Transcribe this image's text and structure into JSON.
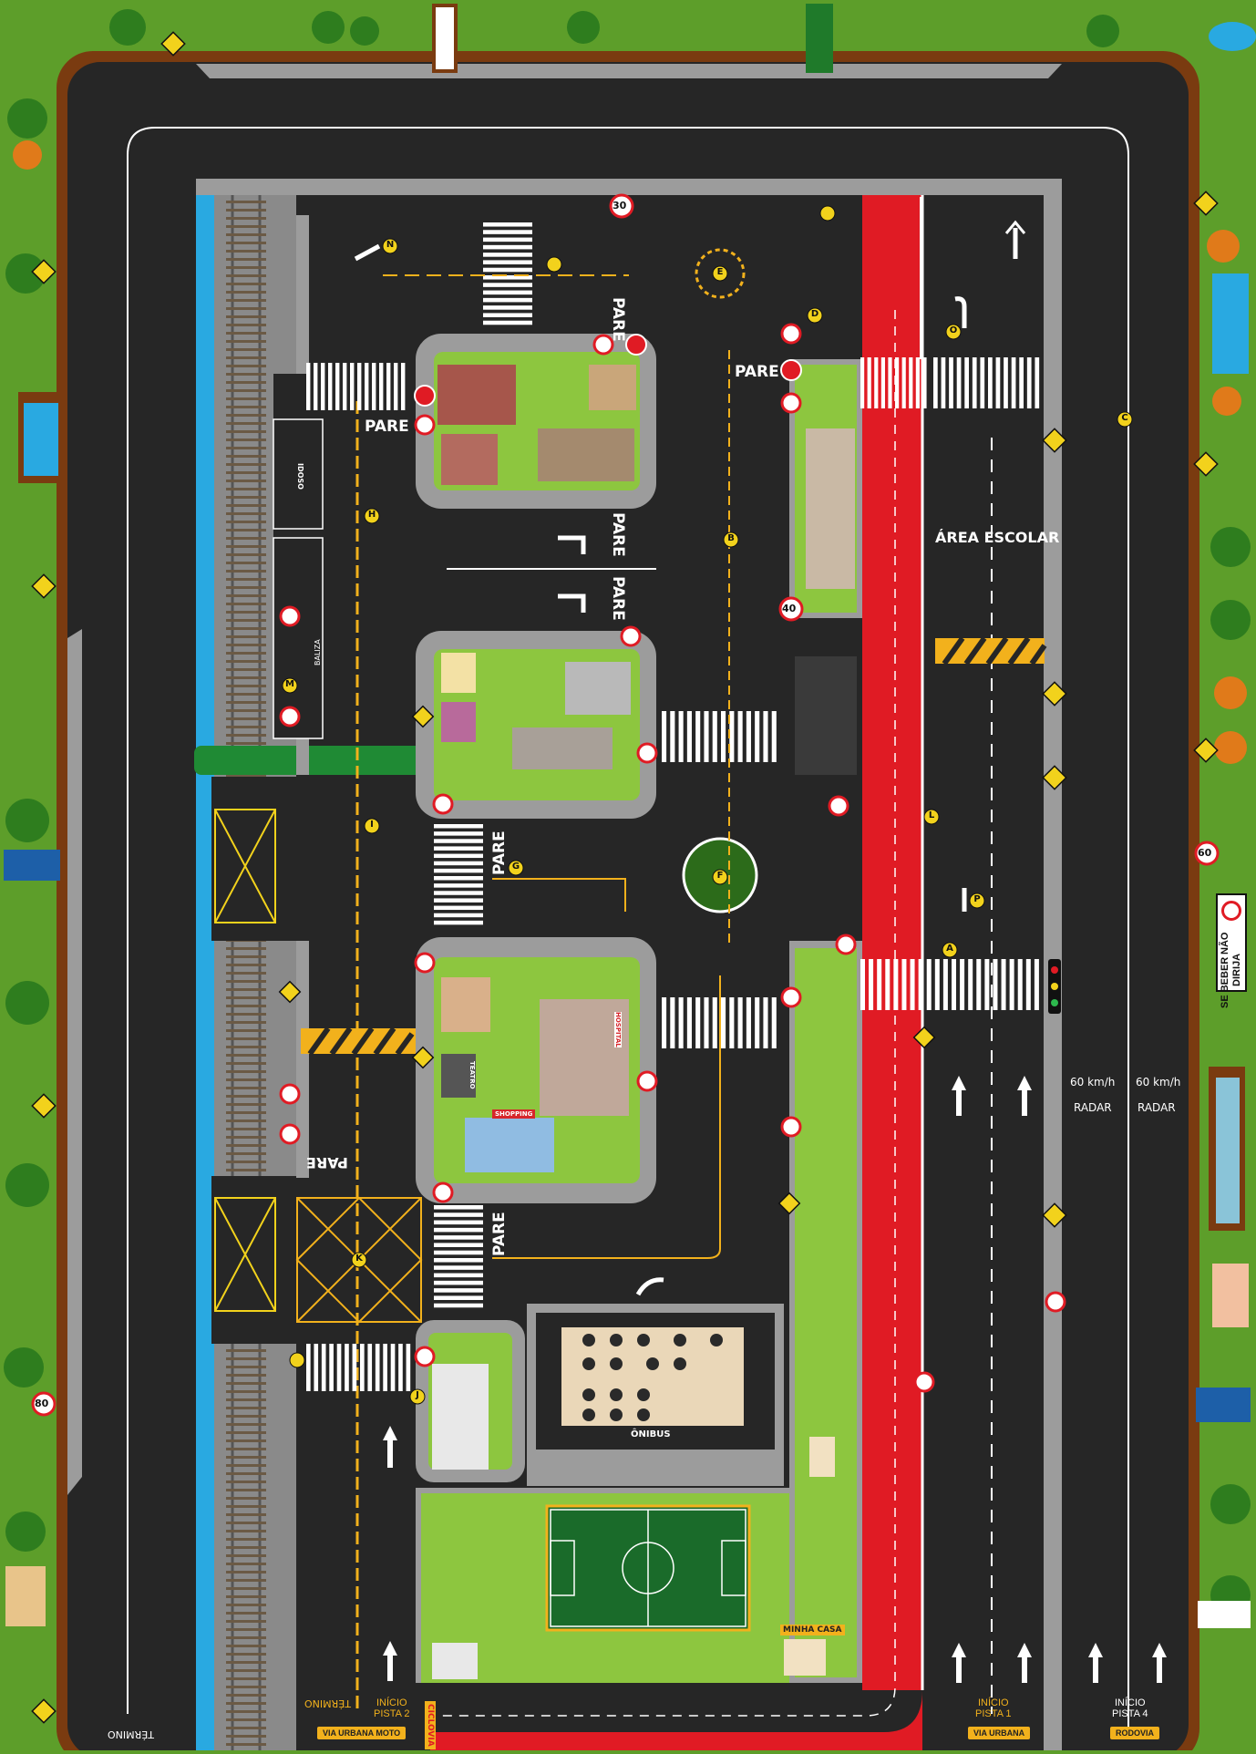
{
  "labels": {
    "area_escolar": "ÁREA ESCOLAR",
    "pare": "PARE",
    "speed_60": "60 km/h",
    "radar": "RADAR",
    "onibus": "ÔNIBUS",
    "minha_casa": "MINHA CASA",
    "shopping": "SHOPPING",
    "teatro": "TEATRO",
    "hospital": "HOSPITAL",
    "ciclovia": "CICLOVIA",
    "termino": "TÉRMINO",
    "baliza": "BALIZA",
    "idoso": "IDOSO",
    "se_beber": "SE BEBER",
    "nao_dirija": "NÃO DIRIJA"
  },
  "starts": {
    "pista1": {
      "line1": "INÍCIO",
      "line2": "PISTA 1"
    },
    "pista2": {
      "line1": "INÍCIO",
      "line2": "PISTA 2"
    },
    "pista4": {
      "line1": "INÍCIO",
      "line2": "PISTA 4"
    }
  },
  "chips": {
    "via_urbana_moto": "VIA URBANA MOTO",
    "via_urbana": "VIA URBANA",
    "rodovia": "RODOVIA"
  },
  "signs": {
    "speed_30": "30",
    "speed_40": "40",
    "speed_60": "60",
    "speed_80": "80"
  },
  "markers": [
    "A",
    "B",
    "C",
    "D",
    "E",
    "F",
    "G",
    "H",
    "I",
    "J",
    "K",
    "L",
    "M",
    "N",
    "O",
    "P"
  ],
  "colors": {
    "grass": "#5d9e2a",
    "asphalt": "#262626",
    "sidewalk": "#9c9c9c",
    "bike_lane": "#e01b24",
    "water": "#29a9e1",
    "border": "#7a3b10",
    "marker": "#f2d21c"
  }
}
